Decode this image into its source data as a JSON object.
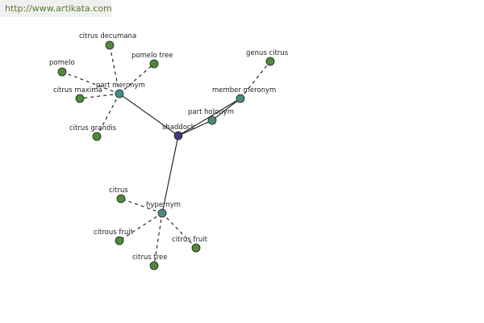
{
  "watermark": "http://www.artikata.com",
  "colors": {
    "center": "#3a3f7a",
    "relation": "#4a8c84",
    "leaf": "#4e8a3a",
    "edge": "#000000"
  },
  "center": {
    "label": "shaddock"
  },
  "relations": {
    "part_meronym": "part meronym",
    "part_holonym": "part holonym",
    "member_meronym": "member meronym",
    "hypernym": "hypernym"
  },
  "leaves": {
    "citrus_decumana": "citrus decumana",
    "pomelo": "pomelo",
    "pomelo_tree": "pomelo tree",
    "citrus_maxima": "citrus maxima",
    "citrus_grandis": "citrus grandis",
    "genus_citrus": "genus citrus",
    "citrus": "citrus",
    "citrous_fruit": "citrous fruit",
    "citrus_fruit": "citrus fruit",
    "citrus_tree": "citrus tree"
  }
}
